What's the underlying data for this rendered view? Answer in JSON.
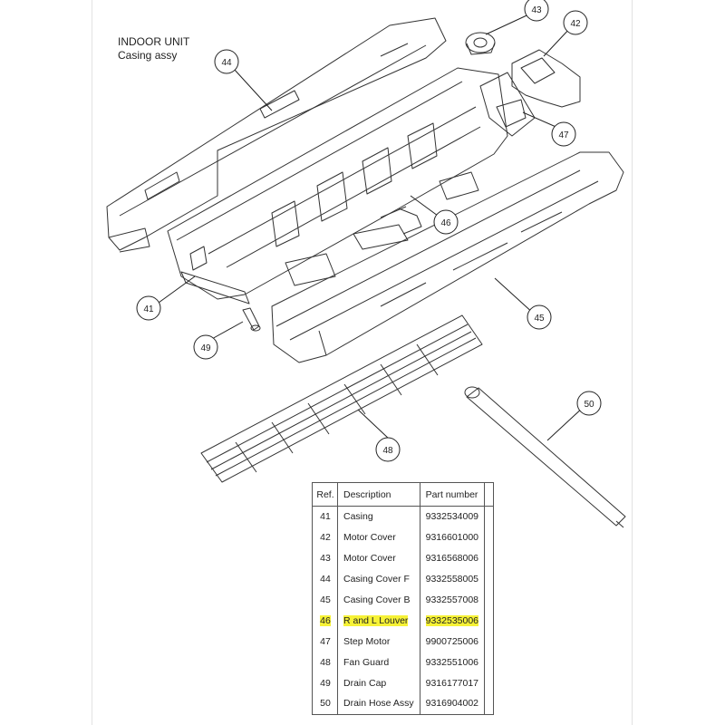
{
  "header": {
    "unit": "INDOOR UNIT",
    "assy": "Casing assy"
  },
  "callouts": [
    "41",
    "42",
    "43",
    "44",
    "45",
    "46",
    "47",
    "48",
    "49",
    "50"
  ],
  "table": {
    "headers": {
      "ref": "Ref.",
      "description": "Description",
      "part": "Part number"
    },
    "rows": [
      {
        "ref": "41",
        "description": "Casing",
        "part": "9332534009"
      },
      {
        "ref": "42",
        "description": "Motor Cover",
        "part": "9316601000"
      },
      {
        "ref": "43",
        "description": "Motor Cover",
        "part": "9316568006"
      },
      {
        "ref": "44",
        "description": "Casing Cover F",
        "part": "9332558005"
      },
      {
        "ref": "45",
        "description": "Casing Cover B",
        "part": "9332557008"
      },
      {
        "ref": "46",
        "description": "R and L Louver",
        "part": "9332535006"
      },
      {
        "ref": "47",
        "description": "Step Motor",
        "part": "9900725006"
      },
      {
        "ref": "48",
        "description": "Fan Guard",
        "part": "9332551006"
      },
      {
        "ref": "49",
        "description": "Drain Cap",
        "part": "9316177017"
      },
      {
        "ref": "50",
        "description": "Drain Hose Assy",
        "part": "9316904002"
      }
    ],
    "highlight_ref": "46",
    "highlight_color": "#f6f236"
  }
}
